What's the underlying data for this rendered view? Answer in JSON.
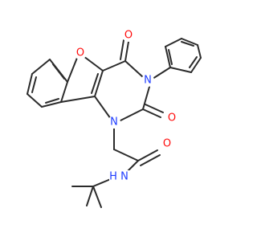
{
  "colors": {
    "carbon_bond": "#2b2b2b",
    "oxygen": "#ff0d0d",
    "nitrogen": "#1e3cff",
    "background": "#ffffff"
  },
  "atoms": {
    "O_furan": "O",
    "O_carbonyl_top": "O",
    "O_carbonyl_mid": "O",
    "O_amide": "O",
    "N_phenyl": "N",
    "N_ring": "N",
    "NH_amide": "H N"
  }
}
